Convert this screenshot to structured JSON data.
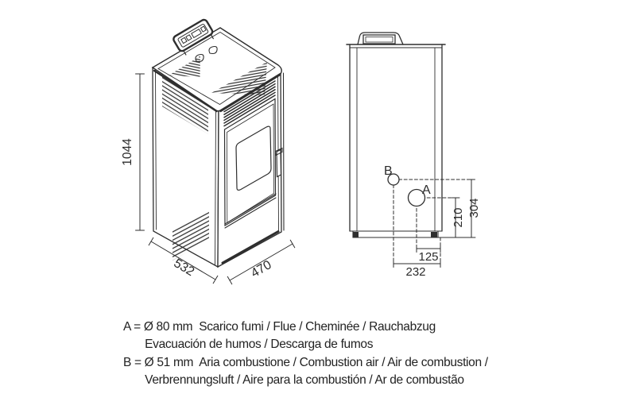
{
  "drawing": {
    "iso_view": {
      "dim_height": "1044",
      "dim_depth": "532",
      "dim_width": "470"
    },
    "side_view": {
      "label_a": "A",
      "label_b": "B",
      "dim_a_floor": "210",
      "dim_b_floor": "304",
      "dim_a_rear": "125",
      "dim_b_rear": "232"
    },
    "legend": {
      "line1": "A = Ø 80 mm  Scarico fumi / Flue / Cheminée / Rauchabzug",
      "line2": "Evacuación de humos / Descarga de fumos",
      "line3": "B = Ø 51 mm  Aria combustione / Combustion air / Air de combustion /",
      "line4": "Verbrennungsluft / Aire para la combustión / Ar de combustão"
    },
    "colors": {
      "line": "#2e2e2e",
      "bg": "#ffffff"
    }
  }
}
